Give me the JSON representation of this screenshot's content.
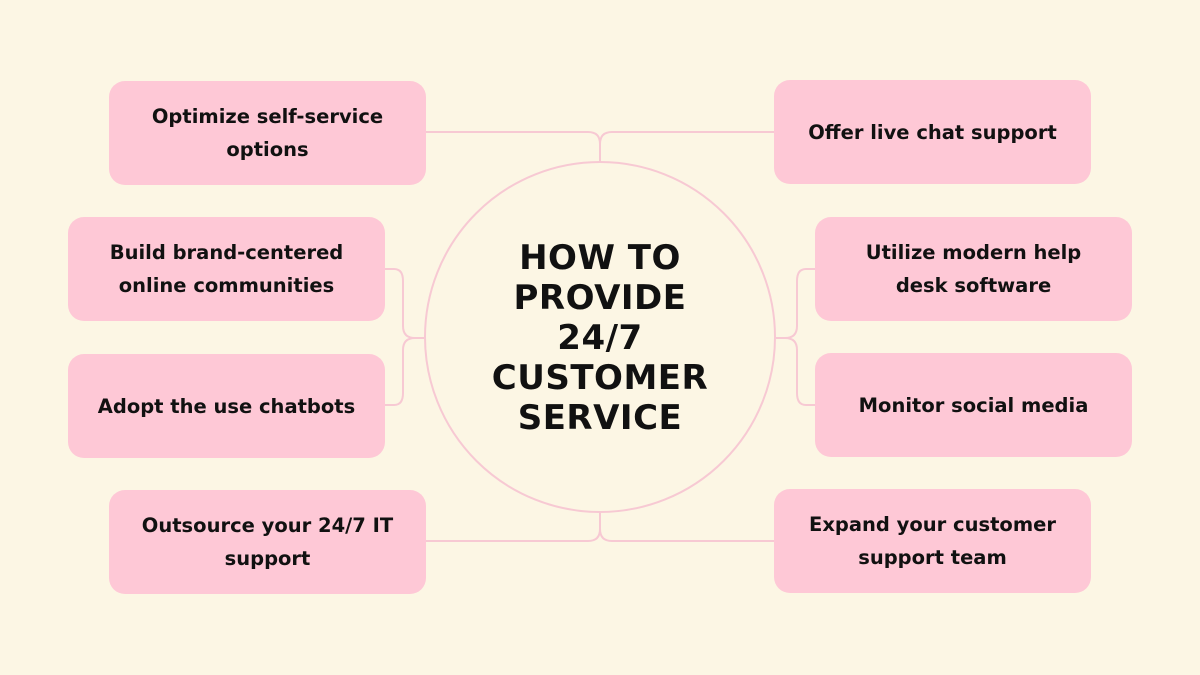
{
  "center": {
    "title": "HOW TO\nPROVIDE\n24/7\nCUSTOMER\nSERVICE"
  },
  "left_items": [
    {
      "label": "Optimize self-service options"
    },
    {
      "label": "Build brand-centered online communities"
    },
    {
      "label": "Adopt the use chatbots"
    },
    {
      "label": "Outsource your 24/7 IT support"
    }
  ],
  "right_items": [
    {
      "label": "Offer live chat support"
    },
    {
      "label": "Utilize modern help desk software"
    },
    {
      "label": "Monitor social media"
    },
    {
      "label": "Expand your customer support team"
    }
  ],
  "colors": {
    "background": "#fcf6e4",
    "box_fill": "#fec8d6",
    "connector": "#f7c9d3",
    "text": "#111111"
  }
}
